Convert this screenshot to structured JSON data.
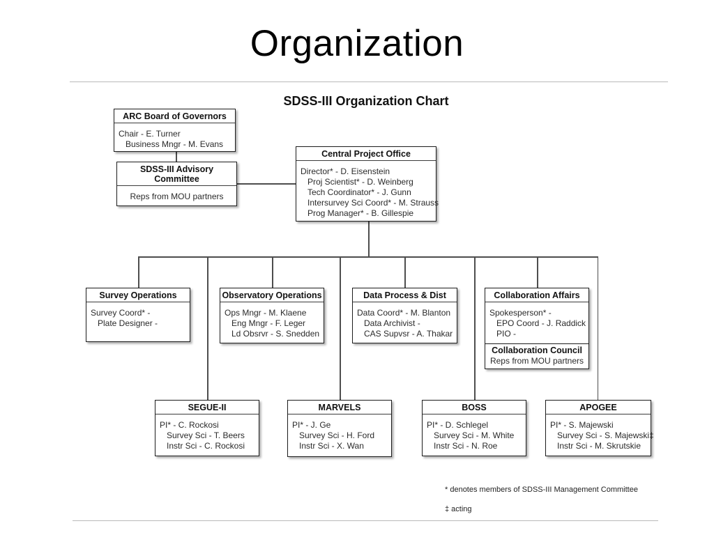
{
  "slide": {
    "title": "Organization"
  },
  "chart": {
    "title": "SDSS-III Organization Chart",
    "boxes": {
      "arc_board": {
        "title": "ARC Board of Governors",
        "lines": [
          "Chair - E. Turner",
          "Business Mngr - M. Evans"
        ]
      },
      "advisory": {
        "title": "SDSS-III Advisory Committee",
        "lines": [
          "Reps from MOU partners"
        ]
      },
      "central_project_office": {
        "title": "Central Project Office",
        "lines": [
          "Director* - D. Eisenstein",
          "Proj Scientist* - D. Weinberg",
          "Tech Coordinator* - J. Gunn",
          "Intersurvey Sci Coord* - M. Strauss",
          "Prog Manager* - B. Gillespie"
        ]
      },
      "survey_ops": {
        "title": "Survey Operations",
        "lines": [
          "Survey Coord* -",
          "Plate Designer -"
        ]
      },
      "observatory_ops": {
        "title": "Observatory Operations",
        "lines": [
          "Ops Mngr - M. Klaene",
          "Eng Mngr - F. Leger",
          "Ld Obsrvr - S. Snedden"
        ]
      },
      "data_process": {
        "title": "Data Process & Dist",
        "lines": [
          "Data Coord* - M. Blanton",
          "Data Archivist -",
          "CAS Supvsr - A. Thakar"
        ]
      },
      "collaboration": {
        "title": "Collaboration Affairs",
        "lines": [
          "Spokesperson* -",
          "EPO Coord - J. Raddick",
          "PIO -"
        ],
        "council_title": "Collaboration Council",
        "council_body": "Reps from MOU partners"
      },
      "segue": {
        "title": "SEGUE-II",
        "lines": [
          "PI* - C. Rockosi",
          "Survey Sci - T. Beers",
          "Instr Sci - C. Rockosi"
        ]
      },
      "marvels": {
        "title": "MARVELS",
        "lines": [
          "PI* - J. Ge",
          "Survey Sci - H. Ford",
          "Instr Sci - X. Wan"
        ]
      },
      "boss": {
        "title": "BOSS",
        "lines": [
          "PI* - D. Schlegel",
          "Survey Sci - M. White",
          "Instr Sci - N. Roe"
        ]
      },
      "apogee": {
        "title": "APOGEE",
        "lines": [
          "PI* - S. Majewski",
          "Survey Sci - S. Majewski‡",
          "Instr Sci - M. Skrutskie"
        ]
      }
    },
    "footnotes": {
      "committee": "* denotes members of SDSS-III Management Committee",
      "acting": "‡ acting"
    }
  }
}
